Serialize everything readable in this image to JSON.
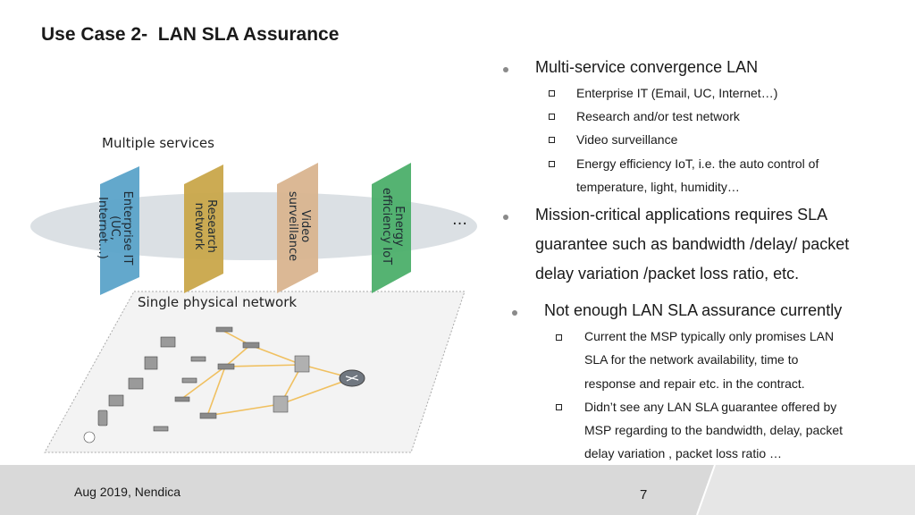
{
  "title": "Use Case 2-  LAN SLA Assurance",
  "diagram": {
    "services_label": "Multiple services",
    "network_label": "Single physical network",
    "ellipsis": "…",
    "panels": [
      {
        "label": "Enterprise IT (UC, Internet…)",
        "color": "#5ba3c9"
      },
      {
        "label": "Research network",
        "color": "#c9a64a"
      },
      {
        "label": "Video surveillance",
        "color": "#d9b48f"
      },
      {
        "label": "Energy efficiency IoT",
        "color": "#4caf6a"
      }
    ]
  },
  "bullets": [
    {
      "text": "Multi-service convergence LAN",
      "subs": [
        "Enterprise IT (Email, UC, Internet…)",
        "Research and/or test network",
        "Video surveillance",
        "Energy efficiency IoT, i.e. the auto control of",
        "temperature, light, humidity…"
      ]
    },
    {
      "text_lines": [
        "Mission-critical applications requires SLA",
        "guarantee such as bandwidth /delay/ packet",
        "delay variation /packet loss ratio, etc."
      ]
    },
    {
      "text": "Not enough LAN SLA assurance currently",
      "subs": [
        "Current the MSP typically only promises LAN",
        "SLA for the network availability, time to",
        "response and repair etc. in the contract.",
        "Didn’t see any LAN SLA guarantee offered by",
        "MSP regarding to the bandwidth, delay, packet",
        "delay variation , packet loss ratio …"
      ]
    }
  ],
  "footer": {
    "left": "Aug 2019, Nendica",
    "page": "7"
  }
}
